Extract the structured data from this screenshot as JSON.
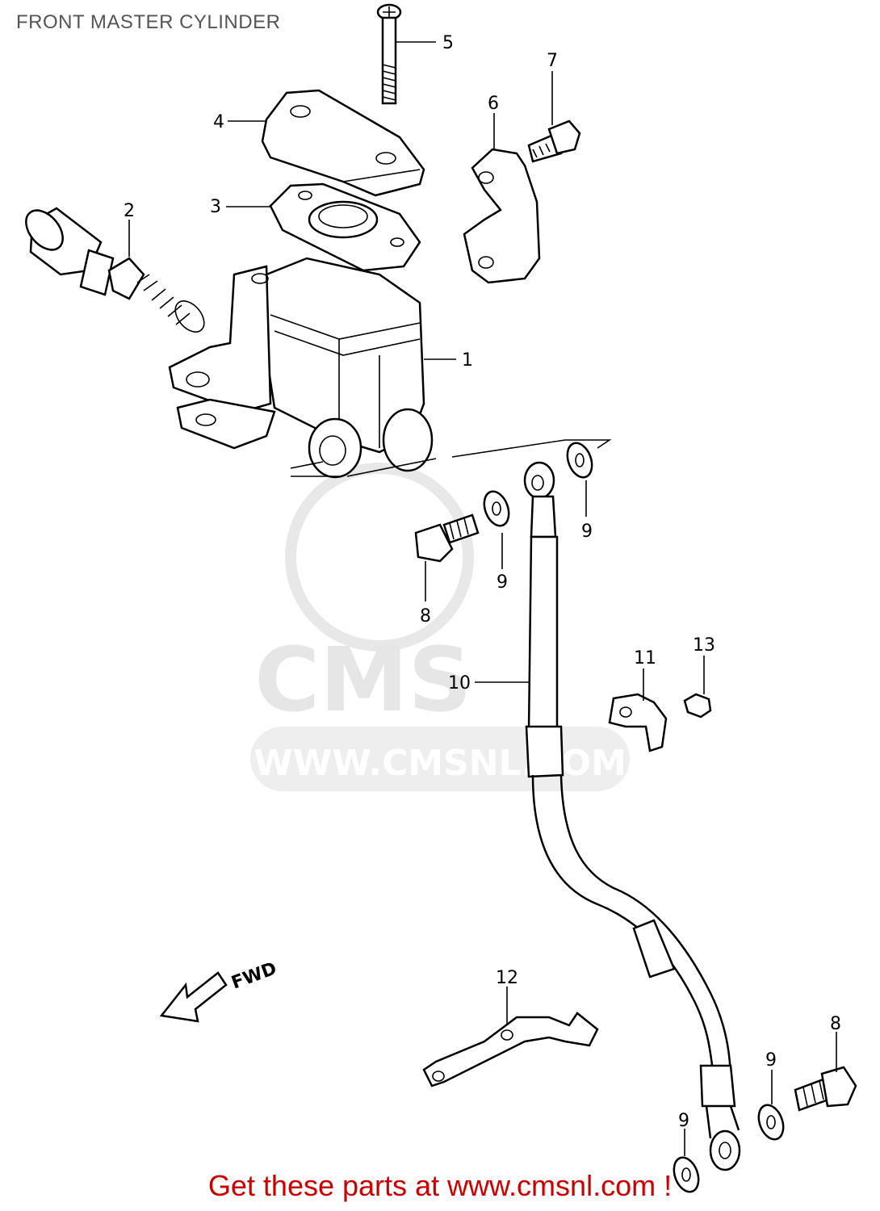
{
  "title": "FRONT MASTER CYLINDER",
  "footer": "Get these parts at www.cmsnl.com !",
  "watermark": {
    "logo": "CMS",
    "url": "WWW.CMSNL.COM"
  },
  "fwd_label": "FWD",
  "callouts": {
    "c1": "1",
    "c2": "2",
    "c3": "3",
    "c4": "4",
    "c5": "5",
    "c6": "6",
    "c7": "7",
    "c8a": "8",
    "c8b": "8",
    "c9a": "9",
    "c9b": "9",
    "c9c": "9",
    "c9d": "9",
    "c10": "10",
    "c11": "11",
    "c12": "12",
    "c13": "13"
  },
  "colors": {
    "footer": "#cc0000",
    "title": "#555555",
    "line": "#000000",
    "watermark": "#e6e6e6"
  }
}
